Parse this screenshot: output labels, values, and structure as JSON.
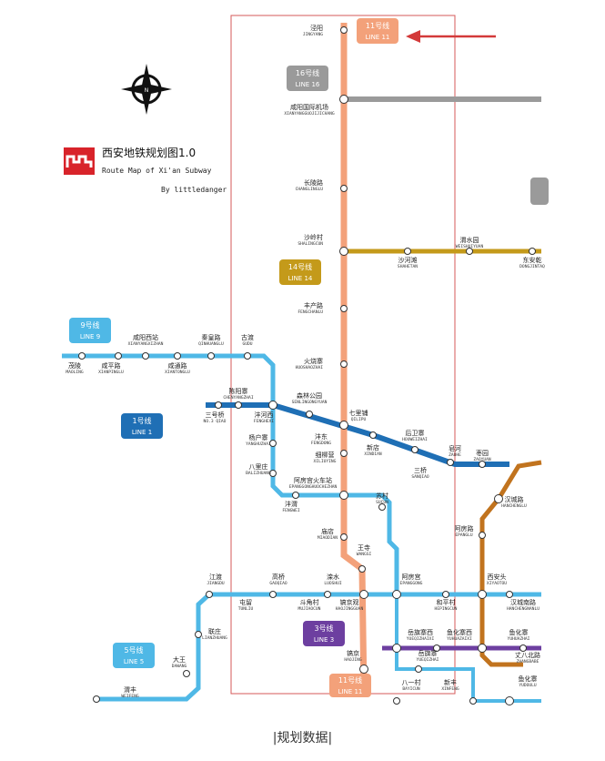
{
  "title": {
    "zh": "西安地铁规划图1.0",
    "en": "Route Map of Xi'an Subway",
    "author": "By littledanger"
  },
  "compass": {
    "letter": "N"
  },
  "caption": "|规划数据|",
  "colors": {
    "line1": "#1F6FB5",
    "line2": "#9A9A9A",
    "line3": "#6D3FA0",
    "line5": "#4FB8E6",
    "line9": "#4FB8E6",
    "line11": "#F3A17A",
    "line14": "#C49A1A",
    "line16": "#9A9A9A",
    "line6": "#C1731E",
    "arrow": "#D33A3A",
    "frame": "#D55A5A"
  },
  "line_badges": {
    "line11_top": {
      "zh": "11号线",
      "en": "LINE 11"
    },
    "line16": {
      "zh": "16号线",
      "en": "LINE 16"
    },
    "line14": {
      "zh": "14号线",
      "en": "LINE 14"
    },
    "line9": {
      "zh": "9号线",
      "en": "LINE 9"
    },
    "line1": {
      "zh": "1号线",
      "en": "LINE 1"
    },
    "line3": {
      "zh": "3号线",
      "en": "LINE 3"
    },
    "line5": {
      "zh": "5号线",
      "en": "LINE 5"
    },
    "line11_bottom": {
      "zh": "11号线",
      "en": "LINE 11"
    }
  },
  "stations": [
    {
      "zh": "泾阳",
      "en": "JINGYANG"
    },
    {
      "zh": "咸阳国际机场",
      "en": "XIANYANGGUOJIJICHANG"
    },
    {
      "zh": "长陵路",
      "en": "CHANGLINGLU"
    },
    {
      "zh": "沙岭村",
      "en": "SHALINGCUN"
    },
    {
      "zh": "渭水园",
      "en": "WEISHUIYUAN"
    },
    {
      "zh": "沙河滩",
      "en": "SHAHETAN"
    },
    {
      "zh": "东安乾",
      "en": "DONGJINTAQ"
    },
    {
      "zh": "丰产路",
      "en": "FENGCHANLU"
    },
    {
      "zh": "火烧寨",
      "en": "HUOSHAOZHAI"
    },
    {
      "zh": "咸阳西站",
      "en": "XIANYANGXIZHAN"
    },
    {
      "zh": "秦皇路",
      "en": "QINHUANGLU"
    },
    {
      "zh": "古渡",
      "en": "GUDU"
    },
    {
      "zh": "茂陵",
      "en": "MAOLING"
    },
    {
      "zh": "咸平路",
      "en": "XIANPINGLU"
    },
    {
      "zh": "咸通路",
      "en": "XIANTONGLU"
    },
    {
      "zh": "陈阳寨",
      "en": "CHENYANGZHAI"
    },
    {
      "zh": "森林公园",
      "en": "SENLINGONGYUAN"
    },
    {
      "zh": "三号桥",
      "en": "NO.3 QIAO"
    },
    {
      "zh": "沣河西",
      "en": "FENGHEXI"
    },
    {
      "zh": "七里铺",
      "en": "QILIPU"
    },
    {
      "zh": "沣东",
      "en": "FENGDONG"
    },
    {
      "zh": "后卫寨",
      "en": "HOUWEIZHAI"
    },
    {
      "zh": "杨户寨",
      "en": "YANGHUZHAI"
    },
    {
      "zh": "细柳营",
      "en": "XILIUYING"
    },
    {
      "zh": "新店",
      "en": "XINDIAN"
    },
    {
      "zh": "三桥",
      "en": "SANQIAO"
    },
    {
      "zh": "皂河",
      "en": "ZAOHE"
    },
    {
      "zh": "枣园",
      "en": "ZAOYUAN"
    },
    {
      "zh": "八里庄",
      "en": "BALIZHUANG"
    },
    {
      "zh": "阿房宫火车站",
      "en": "EPANGGONGHUOCHEZHAN"
    },
    {
      "zh": "沣渭",
      "en": "FENGWEI"
    },
    {
      "zh": "苏村",
      "en": "SUCUN"
    },
    {
      "zh": "汉城路",
      "en": "HANCHENGLU"
    },
    {
      "zh": "阿房路",
      "en": "EPANGLU"
    },
    {
      "zh": "庙店",
      "en": "MIAODIAN"
    },
    {
      "zh": "王寺",
      "en": "WANGSI"
    },
    {
      "zh": "江渡",
      "en": "JIANGDU"
    },
    {
      "zh": "高桥",
      "en": "GAOQIAO"
    },
    {
      "zh": "滦水",
      "en": "LUOSHUI"
    },
    {
      "zh": "阿房宫",
      "en": "EPANGGONG"
    },
    {
      "zh": "西安头",
      "en": "XIYAOTOU"
    },
    {
      "zh": "屯留",
      "en": "TUNLIU"
    },
    {
      "zh": "斗角村",
      "en": "MUJIAOCUN"
    },
    {
      "zh": "镐京观",
      "en": "HAOJINGGUAN"
    },
    {
      "zh": "和平村",
      "en": "HEPINGCUN"
    },
    {
      "zh": "汉城南路",
      "en": "HANCHENGNANLU"
    },
    {
      "zh": "联庄",
      "en": "LIANZHUANG"
    },
    {
      "zh": "岳旗寨西",
      "en": "YUEQIZHAIXI"
    },
    {
      "zh": "鱼化寨西",
      "en": "YUHUAZAIXI"
    },
    {
      "zh": "鱼化寨",
      "en": "YUHUAZHAI"
    },
    {
      "zh": "大王",
      "en": "DAWANG"
    },
    {
      "zh": "镐京",
      "en": "HAOJING"
    },
    {
      "zh": "岳旗寨",
      "en": "YUEQIZHAI"
    },
    {
      "zh": "丈八北路",
      "en": "ZHANGBABE"
    },
    {
      "zh": "渭丰",
      "en": "WEIFENG"
    },
    {
      "zh": "八一村",
      "en": "BAYICUN"
    },
    {
      "zh": "新丰",
      "en": "XINFENG"
    },
    {
      "zh": "鱼化寨",
      "en": "YUDOULU"
    }
  ]
}
